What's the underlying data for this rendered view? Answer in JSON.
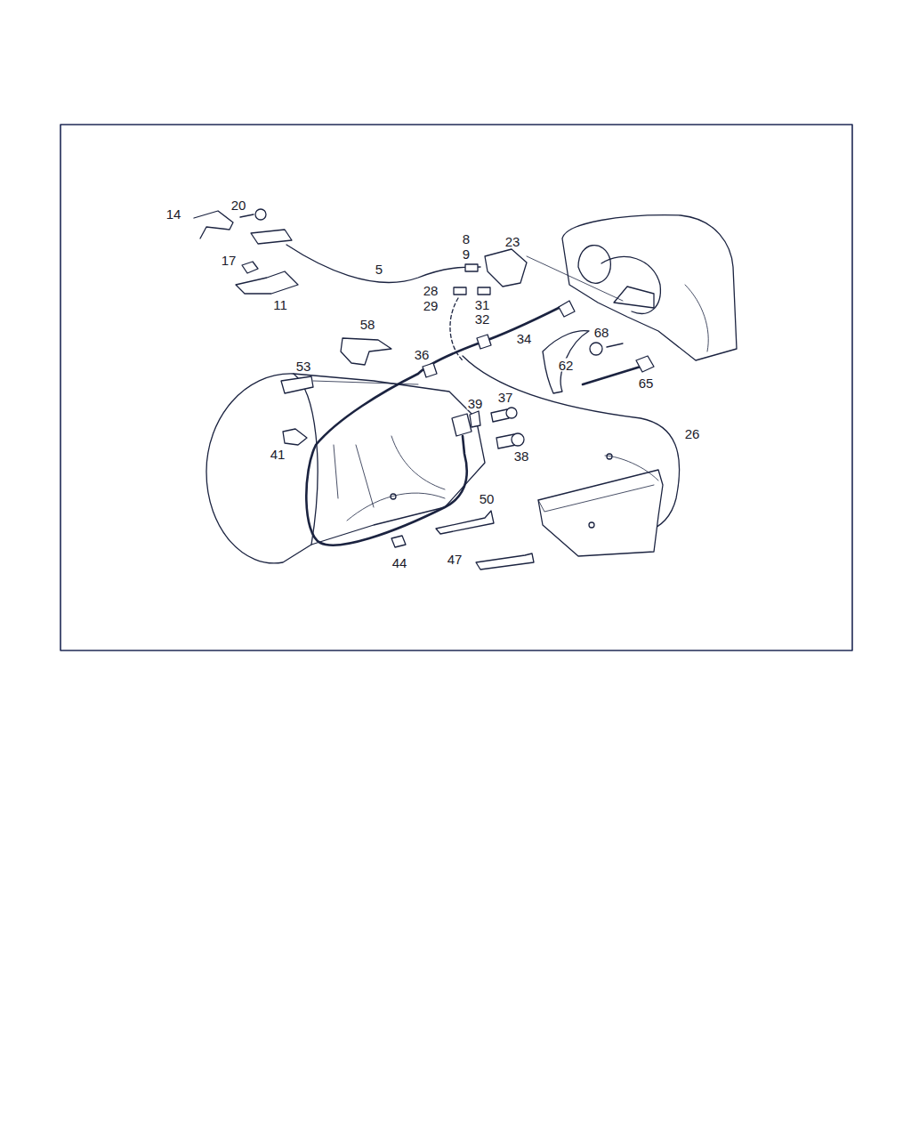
{
  "diagram": {
    "labels": [
      "14",
      "20",
      "8",
      "9",
      "23",
      "5",
      "17",
      "28",
      "29",
      "31",
      "32",
      "11",
      "58",
      "34",
      "68",
      "36",
      "53",
      "62",
      "65",
      "39",
      "37",
      "26",
      "41",
      "38",
      "50",
      "44",
      "47"
    ]
  }
}
